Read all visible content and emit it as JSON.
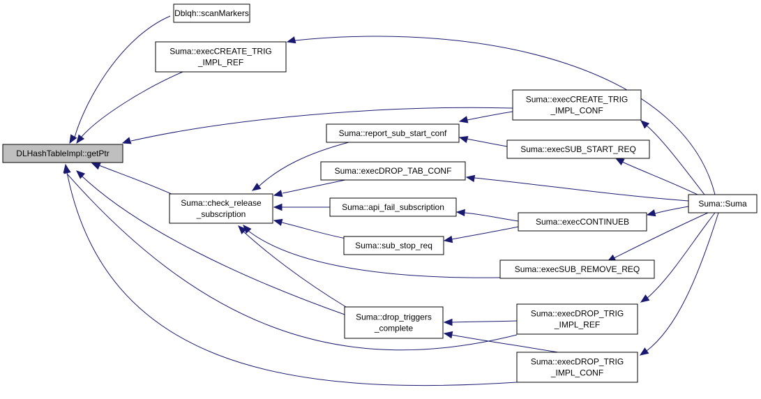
{
  "colors": {
    "edge": "#191970",
    "focus_fill": "#bfbfbf",
    "node_fill": "#ffffff",
    "node_border": "#000000"
  },
  "nodes": {
    "gp": [
      "DLHashTableImpl::getPtr"
    ],
    "scm": [
      "Dblqh::scanMarkers"
    ],
    "ectr": [
      "Suma::execCREATE_TRIG",
      "_IMPL_REF"
    ],
    "ectc": [
      "Suma::execCREATE_TRIG",
      "_IMPL_CONF"
    ],
    "rssc": [
      "Suma::report_sub_start_conf"
    ],
    "essr": [
      "Suma::execSUB_START_REQ"
    ],
    "edtc": [
      "Suma::execDROP_TAB_CONF"
    ],
    "crs": [
      "Suma::check_release",
      "_subscription"
    ],
    "afs": [
      "Suma::api_fail_subscription"
    ],
    "ssr": [
      "Suma::sub_stop_req"
    ],
    "ecb": [
      "Suma::execCONTINUEB"
    ],
    "suma": [
      "Suma::Suma"
    ],
    "esrr": [
      "Suma::execSUB_REMOVE_REQ"
    ],
    "dtc": [
      "Suma::drop_triggers",
      "_complete"
    ],
    "edtr": [
      "Suma::execDROP_TRIG",
      "_IMPL_REF"
    ],
    "edtcf": [
      "Suma::execDROP_TRIG",
      "_IMPL_CONF"
    ]
  }
}
